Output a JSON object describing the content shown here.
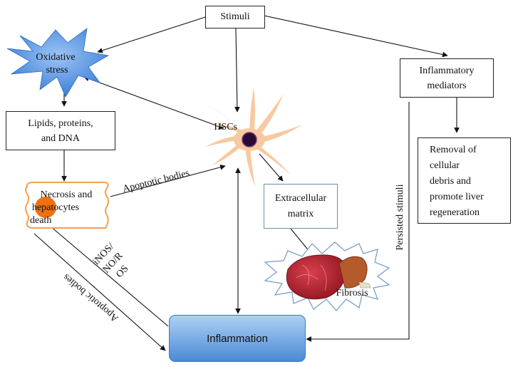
{
  "nodes": {
    "stimuli": "Stimuli",
    "oxidative_stress_line1": "Oxidative",
    "oxidative_stress_line2": "stress",
    "lipids_line1": "Lipids, proteins,",
    "lipids_line2": "and DNA",
    "necrosis_line1": "Necrosis and",
    "necrosis_line2": "hepatocytes",
    "necrosis_line3": "death",
    "hscs": "HSCs",
    "ecm_line1": "Extracellular",
    "ecm_line2": "matrix",
    "fibrosis": "Fibrosis",
    "inflammatory_line1": "Inflammatory",
    "inflammatory_line2": "mediators",
    "removal_line1": "Removal of",
    "removal_line2": "cellular",
    "removal_line3": "debris and",
    "removal_line4": "promote liver",
    "removal_line5": "regeneration",
    "inflammation": "Inflammation"
  },
  "edge_labels": {
    "apoptotic_bodies_top": "Apoptotic bodies",
    "apoptotic_bodies_bottom": "Apoptotic bodies",
    "inos_line1": "iNOS/",
    "inos_line2": "NO/R",
    "inos_line3": "OS",
    "persisted_stimuli": "Persisted stimuli"
  },
  "colors": {
    "oxidative_star": "#4a8fe0",
    "hsc_cell": "#f8c9a0",
    "hsc_nucleus": "#2a0a35",
    "inflammation_box": "#5b9ee0",
    "fibrosis_burst_border": "#7aa0c8",
    "necrosis_scroll": "#f4a050",
    "necrosis_spot": "#f07010",
    "liver": "#b82030"
  }
}
